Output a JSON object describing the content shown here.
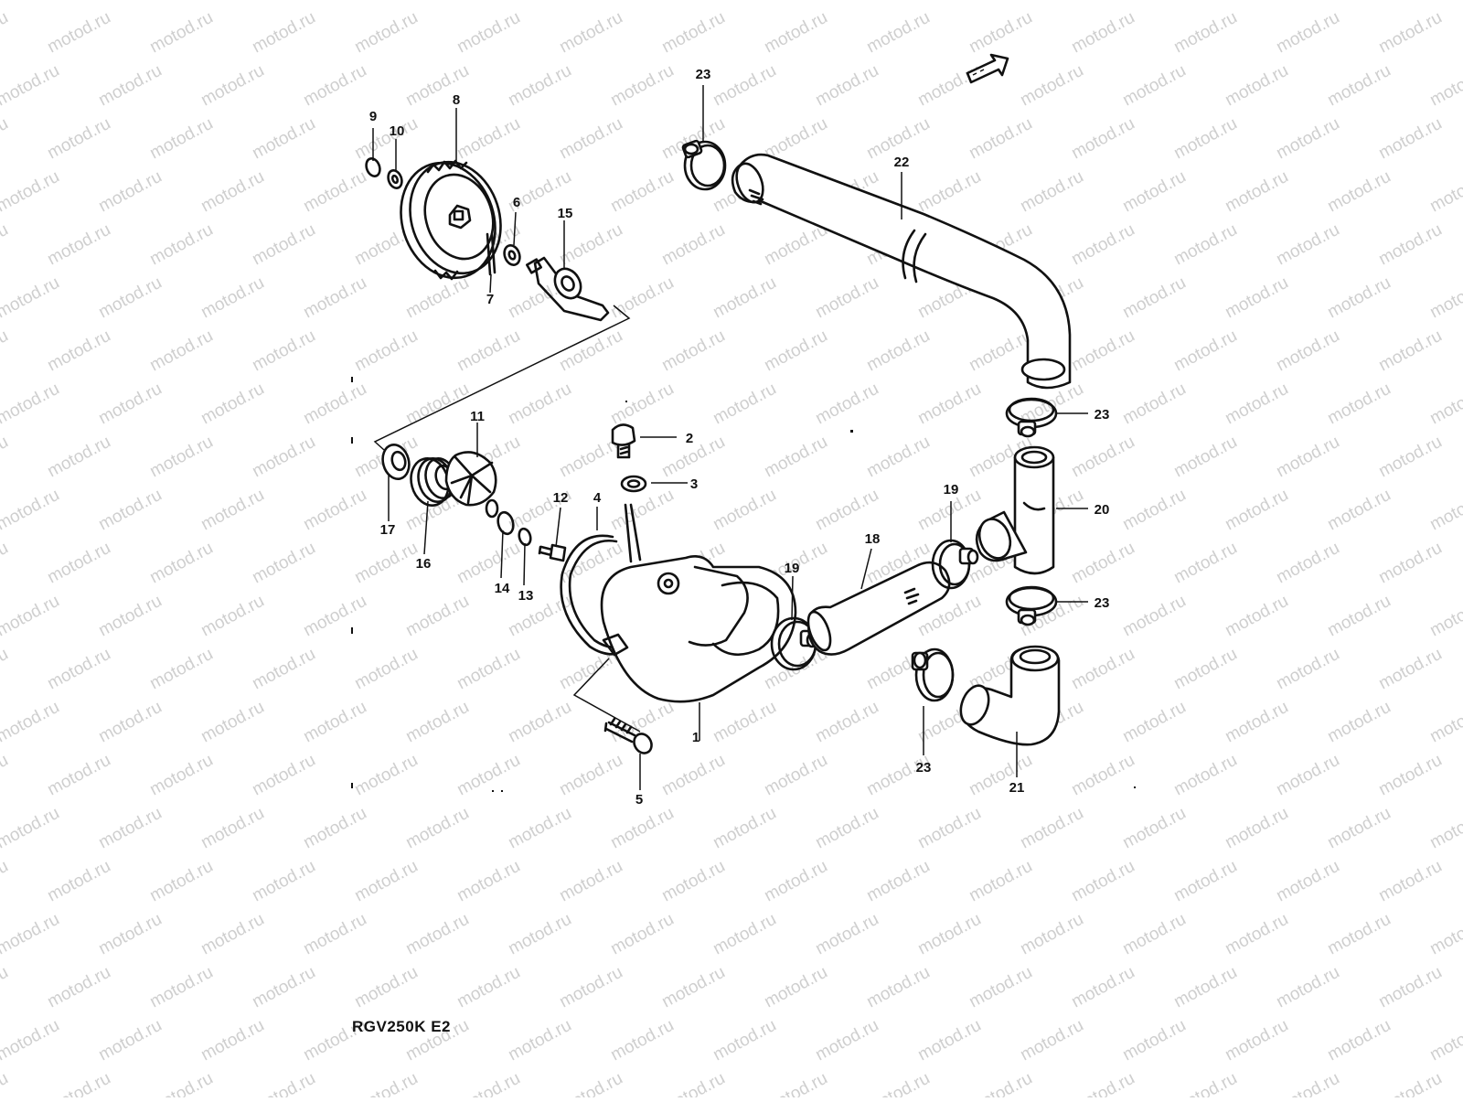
{
  "watermark": {
    "text": "motod.ru"
  },
  "diagram": {
    "model_code": "RGV250K E2",
    "part_numbers": [
      {
        "id": "p1",
        "number": "1"
      },
      {
        "id": "p2",
        "number": "2"
      },
      {
        "id": "p3",
        "number": "3"
      },
      {
        "id": "p4",
        "number": "4"
      },
      {
        "id": "p5",
        "number": "5"
      },
      {
        "id": "p6",
        "number": "6"
      },
      {
        "id": "p7",
        "number": "7"
      },
      {
        "id": "p8",
        "number": "8"
      },
      {
        "id": "p9",
        "number": "9"
      },
      {
        "id": "p10",
        "number": "10"
      },
      {
        "id": "p11",
        "number": "11"
      },
      {
        "id": "p12",
        "number": "12"
      },
      {
        "id": "p13",
        "number": "13"
      },
      {
        "id": "p14",
        "number": "14"
      },
      {
        "id": "p15",
        "number": "15"
      },
      {
        "id": "p16",
        "number": "16"
      },
      {
        "id": "p17",
        "number": "17"
      },
      {
        "id": "p18",
        "number": "18"
      },
      {
        "id": "p19a",
        "number": "19"
      },
      {
        "id": "p19b",
        "number": "19"
      },
      {
        "id": "p20",
        "number": "20"
      },
      {
        "id": "p21",
        "number": "21"
      },
      {
        "id": "p22",
        "number": "22"
      },
      {
        "id": "p23a",
        "number": "23"
      },
      {
        "id": "p23b",
        "number": "23"
      },
      {
        "id": "p23c",
        "number": "23"
      },
      {
        "id": "p23d",
        "number": "23"
      }
    ]
  }
}
